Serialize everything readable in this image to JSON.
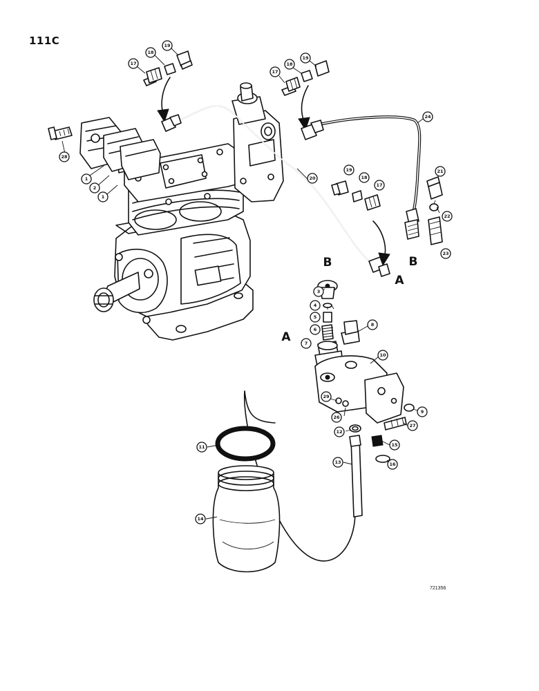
{
  "page_label": "111C",
  "reference_number": "721356",
  "connection_letters": {
    "a": "A",
    "b": "B"
  },
  "callouts": {
    "c1a": "1",
    "c1b": "1",
    "c2": "2",
    "c28": "28",
    "c17a": "17",
    "c18a": "18",
    "c19a": "19",
    "c17b": "17",
    "c18b": "18",
    "c19b": "19",
    "c20": "20",
    "c24": "24",
    "c19c": "19",
    "c18c": "18",
    "c17c": "17",
    "c21": "21",
    "c22": "22",
    "c23": "23",
    "c3": "3",
    "c4": "4",
    "c5": "5",
    "c6": "6",
    "c7": "7",
    "c8": "8",
    "c10": "10",
    "c9": "9",
    "c29": "29",
    "c26": "26",
    "c12": "12",
    "c27": "27",
    "c15": "15",
    "c16": "16",
    "c11": "11",
    "c13": "13",
    "c14": "14"
  }
}
